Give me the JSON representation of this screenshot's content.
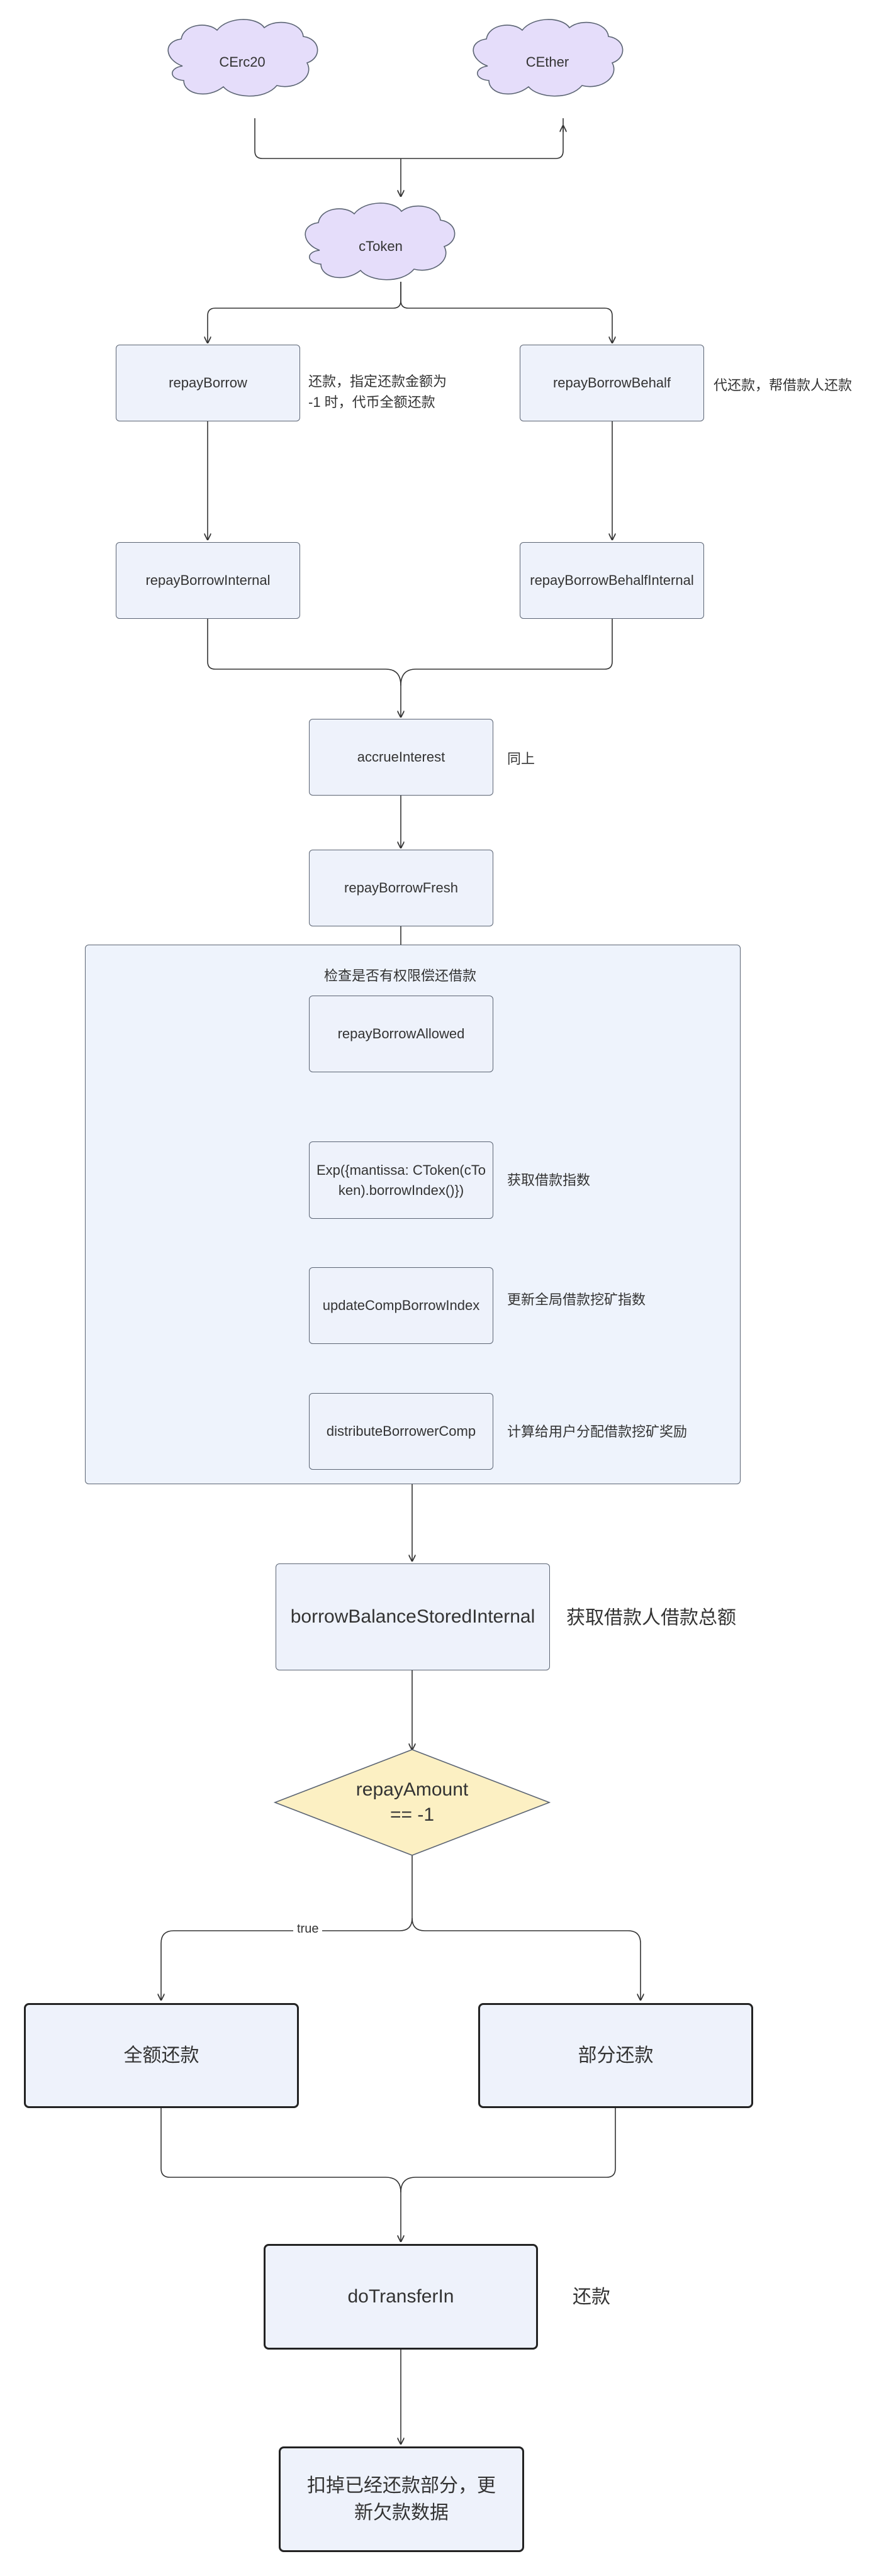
{
  "nodes": {
    "cerc20": "CErc20",
    "cether": "CEther",
    "ctoken": "cToken",
    "repay_borrow": "repayBorrow",
    "repay_borrow_behalf": "repayBorrowBehalf",
    "repay_borrow_internal": "repayBorrowInternal",
    "repay_borrow_behalf_internal": "repayBorrowBehalfInternal",
    "accrue_interest": "accrueInterest",
    "repay_borrow_fresh": "repayBorrowFresh",
    "repay_borrow_allowed": "repayBorrowAllowed",
    "exp_mantissa": "Exp({mantissa: CToken(cToken).borrowIndex()})",
    "update_comp_borrow_index": "updateCompBorrowIndex",
    "distribute_borrower_comp": "distributeBorrowerComp",
    "borrow_balance_stored_internal": "borrowBalanceStoredInternal",
    "decision": "repayAmount == -1",
    "full_repay": "全额还款",
    "partial_repay": "部分还款",
    "do_transfer_in": "doTransferIn",
    "final_step": "扣掉已经还款部分，更新欠款数据"
  },
  "notes": {
    "repay_borrow": "还款，指定还款金额为 -1 时，代币全额还款",
    "repay_borrow_behalf": "代还款，帮借款人还款",
    "accrue_interest": "同上",
    "container_title": "检查是否有权限偿还借款",
    "exp_mantissa": "获取借款指数",
    "update_comp_borrow_index": "更新全局借款挖矿指数",
    "distribute_borrower_comp": "计算给用户分配借款挖矿奖励",
    "borrow_balance_stored_internal": "获取借款人借款总额",
    "do_transfer_in": "还款"
  },
  "edge_labels": {
    "true_branch": "true"
  },
  "colors": {
    "cloud_fill": "#e5ddfa",
    "box_fill": "#eef2fb",
    "container_fill": "#eef3fc",
    "diamond_fill": "#fcf0c3",
    "stroke": "#5b6473"
  }
}
